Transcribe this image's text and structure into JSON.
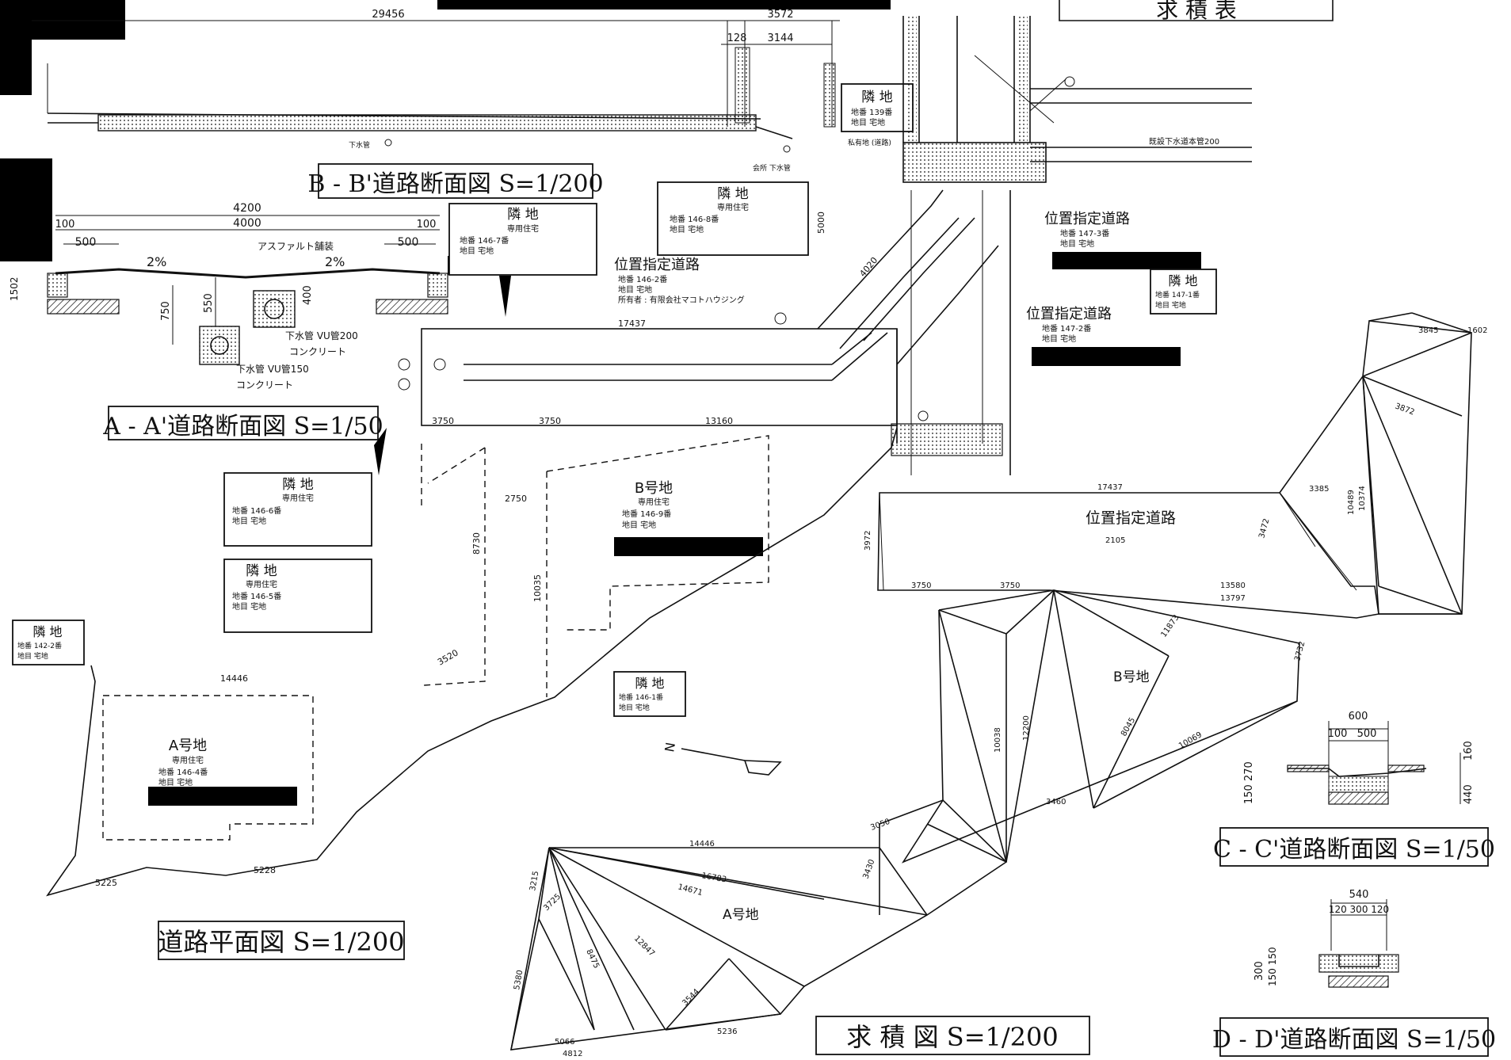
{
  "titles": {
    "table_title": "求 積 表",
    "bb_section": "B - B'道路断面図 S=1/200",
    "aa_section": "A - A'道路断面図 S=1/50",
    "road_plan": "道路平面図 S=1/200",
    "area_calc": "求 積 図 S=1/200",
    "cc_section": "C - C'道路断面図 S=1/50",
    "dd_section": "D - D'道路断面図 S=1/50"
  },
  "dimensions": {
    "top_total": "29456",
    "top_right": "3572",
    "d128": "128",
    "d3144": "3144",
    "d4200": "4200",
    "d4000": "4000",
    "d100": "100",
    "d500": "500",
    "d2pct": "2%",
    "d750": "750",
    "d550": "550",
    "d400": "400",
    "d17437": "17437",
    "d3750": "3750",
    "d13160": "13160",
    "d2750": "2750",
    "d8730": "8730",
    "d10035": "10035",
    "d3520": "3520",
    "d14446": "14446",
    "d5000": "5000",
    "d4020": "4020",
    "d3972": "3972",
    "d2105": "2105",
    "d13580": "13580",
    "d13797": "13797",
    "d3385": "3385",
    "d3472": "3472",
    "d10489": "10489",
    "d10374": "10374",
    "d3732": "3732",
    "d11873": "11873",
    "d8045": "8045",
    "d12200": "12200",
    "d10038": "10038",
    "d10069": "10069",
    "d3460": "3460",
    "d16783": "16783",
    "d14671": "14671",
    "d12847": "12847",
    "d5236": "5236",
    "d5066": "5066",
    "d4812": "4812",
    "d3544": "3544",
    "d3215": "3215",
    "d3725": "3725",
    "d5380": "5380",
    "d8475": "8475",
    "d3050": "3050",
    "d3430": "3430",
    "d3845": "3845",
    "d1602": "1602",
    "d3872": "3872",
    "d600": "600",
    "d160": "160",
    "d440": "440",
    "d540": "540",
    "d120_300_120": "120 300 120",
    "d300": "300",
    "d150_150": "150 150",
    "d150_270": "150 270",
    "d1502": "1502",
    "d5228": "5228",
    "d5225": "5225"
  },
  "labels": {
    "asphalt": "アスファルト舗装",
    "vu200": "下水管 VU管200",
    "vu150": "下水管 VU管150",
    "concrete": "コンクリート",
    "concrete2": "コンクリート",
    "gesuikan": "下水管",
    "kaisetsu": "会所 下水管",
    "shiyu": "私有地 (道路)",
    "gesuikan_main": "既設下水道本管200",
    "owner": "所有者 : 有限会社マコトハウジング",
    "ichi_main": "位置指定道路",
    "a_lot": "A号地",
    "b_lot": "B号地",
    "north": "N"
  },
  "parcels": [
    {
      "title": "隣 地",
      "use": "",
      "no": "地番 139番",
      "kind": "地目 宅地"
    },
    {
      "title": "隣 地",
      "use": "専用住宅",
      "no": "地番 146-7番",
      "kind": "地目 宅地"
    },
    {
      "title": "隣 地",
      "use": "専用住宅",
      "no": "地番 146-8番",
      "kind": "地目 宅地"
    },
    {
      "title": "隣 地",
      "use": "専用住宅",
      "no": "地番 146-6番",
      "kind": "地目 宅地"
    },
    {
      "title": "隣 地",
      "use": "専用住宅",
      "no": "地番 146-5番",
      "kind": "地目 宅地"
    },
    {
      "title": "隣 地",
      "use": "",
      "no": "地番 142-2番",
      "kind": "地目 宅地"
    },
    {
      "title": "隣 地",
      "use": "",
      "no": "地番 146-1番",
      "kind": "地目 宅地"
    },
    {
      "title": "隣 地",
      "use": "",
      "no": "地番 147-1番",
      "kind": "地目 宅地"
    },
    {
      "title": "B号地",
      "use": "専用住宅",
      "no": "地番 146-9番",
      "kind": "地目 宅地"
    },
    {
      "title": "A号地",
      "use": "専用住宅",
      "no": "地番 146-4番",
      "kind": "地目 宅地"
    }
  ],
  "roads": [
    {
      "title": "位置指定道路",
      "no": "地番 146-2番",
      "kind": "地目 宅地"
    },
    {
      "title": "位置指定道路",
      "no": "地番 147-3番",
      "kind": "地目 宅地"
    },
    {
      "title": "位置指定道路",
      "no": "地番 147-2番",
      "kind": "地目 宅地"
    }
  ],
  "colors": {
    "ink": "#111111",
    "redaction": "#000000",
    "paper": "#ffffff"
  }
}
